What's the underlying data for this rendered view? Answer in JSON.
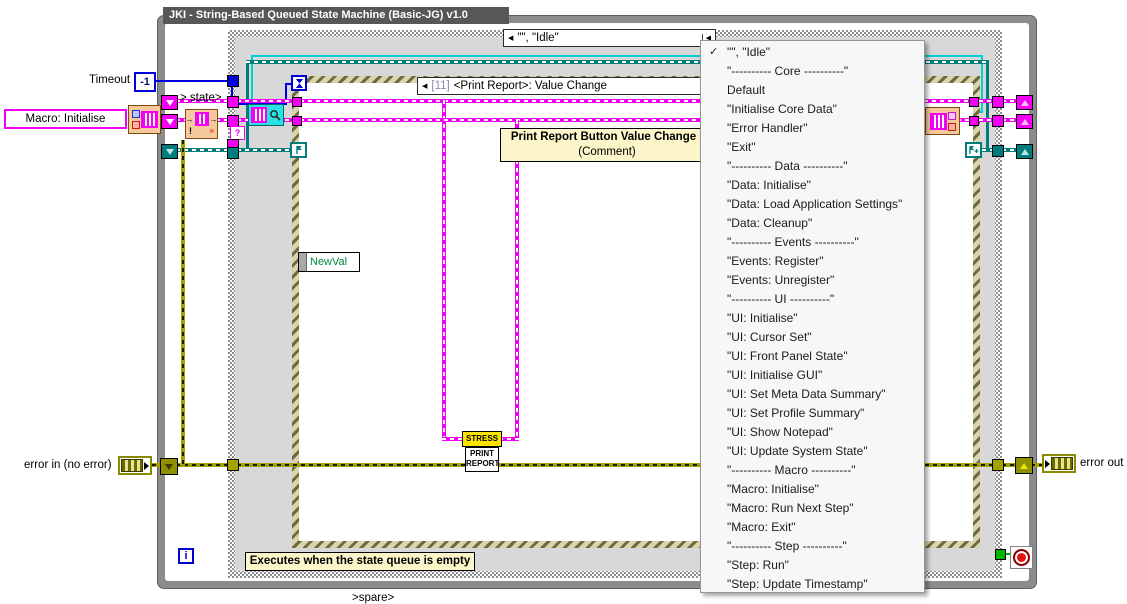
{
  "window": {
    "title": "JKI - String-Based Queued State Machine (Basic-JG) v1.0"
  },
  "case_structure": {
    "selector": "\"\", \"Idle\""
  },
  "event_structure": {
    "selector_index": "[11]",
    "selector_event": "<Print Report>: Value Change"
  },
  "constants": {
    "timeout_label": "Timeout",
    "timeout_value": "-1",
    "macro_init": "Macro: Initialise"
  },
  "wire_labels": {
    "state": "> state>",
    "spare": ">spare>"
  },
  "terminals": {
    "error_in": "error in (no error)",
    "error_out": "error out",
    "newval": "NewVal",
    "stress": "STRESS",
    "print1": "PRINT",
    "print2": "REPORT",
    "iteration": "i",
    "empty_q": "?",
    "exclaim": "!"
  },
  "comments": {
    "event_title": "Print Report Button Value Change (",
    "event_sub": "(Comment)",
    "idle": "Executes when the state queue is empty"
  },
  "menu": {
    "check_glyph": "✓",
    "checked_index": 0,
    "items": [
      "\"\", \"Idle\"",
      "\"---------- Core ----------\"",
      "Default",
      "\"Initialise Core Data\"",
      "\"Error Handler\"",
      "\"Exit\"",
      "\"---------- Data ----------\"",
      "\"Data: Initialise\"",
      "\"Data: Load Application Settings\"",
      "\"Data: Cleanup\"",
      "\"---------- Events ----------\"",
      "\"Events: Register\"",
      "\"Events: Unregister\"",
      "\"---------- UI ----------\"",
      "\"UI: Initialise\"",
      "\"UI: Cursor Set\"",
      "\"UI: Front Panel State\"",
      "\"UI: Initialise GUI\"",
      "\"UI: Set Meta Data Summary\"",
      "\"UI: Set Profile Summary\"",
      "\"UI: Show Notepad\"",
      "\"UI: Update System State\"",
      "\"---------- Macro ----------\"",
      "\"Macro: Initialise\"",
      "\"Macro: Run Next Step\"",
      "\"Macro: Exit\"",
      "\"---------- Step ----------\"",
      "\"Step: Run\"",
      "\"Step: Update Timestamp\""
    ]
  },
  "colors": {
    "string_pink": "#f400f4",
    "refnum_teal": "#007c7c",
    "queue_cyan": "#00d2d2",
    "int_blue": "#0000e0",
    "error_olive": "#a3a300",
    "bool_yellow": "#ffe400",
    "comment_bg": "#fcf5c9",
    "case_bg": "#d8d8d8",
    "newval_green": "#008a3c"
  }
}
